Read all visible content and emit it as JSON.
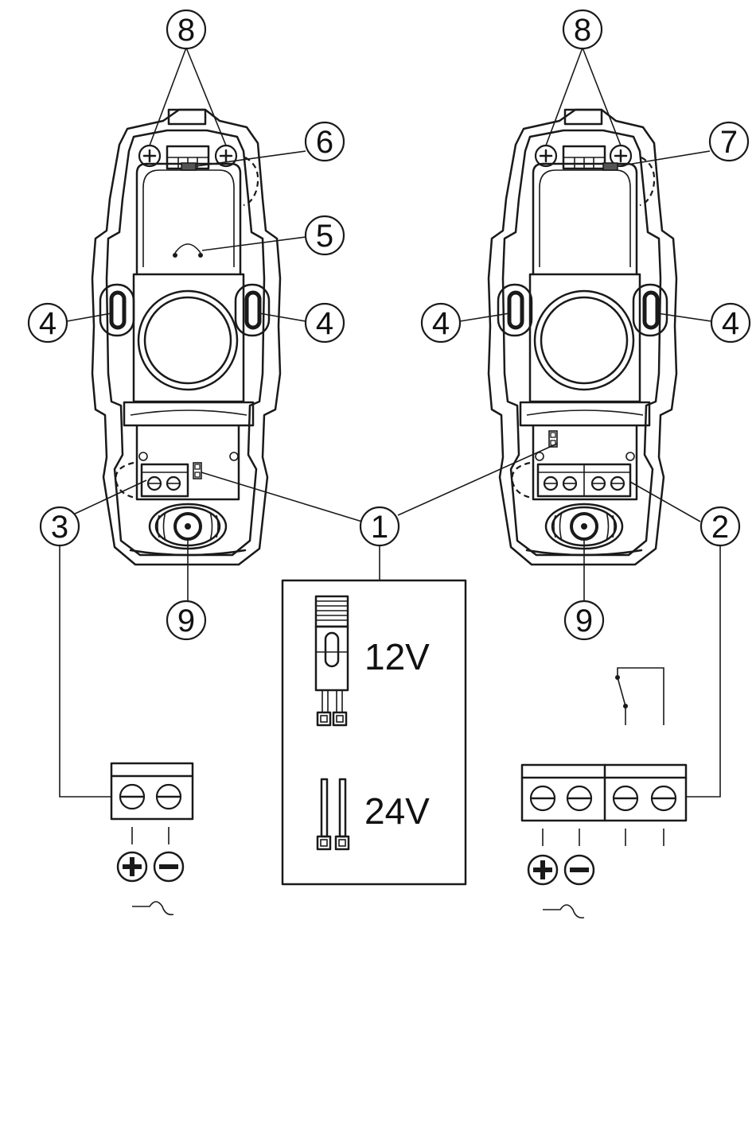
{
  "callouts": {
    "c1": "1",
    "c2": "2",
    "c3": "3",
    "c4": "4",
    "c5": "5",
    "c6": "6",
    "c7": "7",
    "c8": "8",
    "c9": "9"
  },
  "jumper_panel": {
    "v12_label": "12V",
    "v24_label": "24V"
  },
  "power_symbols": {
    "plus": "+",
    "minus": "−"
  },
  "colors": {
    "line": "#1a1a1a",
    "background": "#ffffff"
  }
}
